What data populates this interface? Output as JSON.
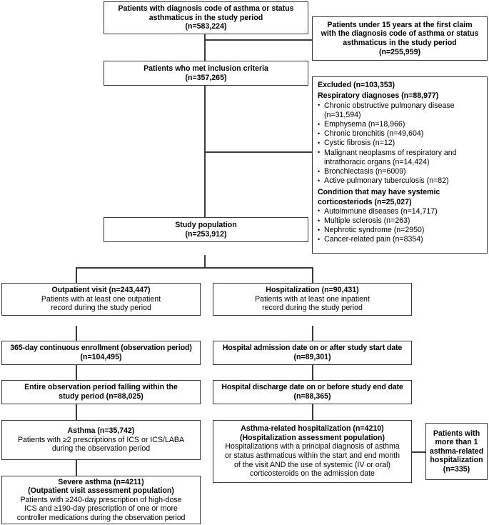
{
  "diagram": {
    "title": "Patient selection flow diagram",
    "colors": {
      "stroke": "#3a3a3a",
      "background": "#ffffff",
      "text": "#000000"
    }
  },
  "boxes": {
    "total_cohort": {
      "line1": "Patients with diagnosis code of asthma or status",
      "line2": "asthmaticus in the study period",
      "line3": "(n=583,224)"
    },
    "under_15_excluded": {
      "line1": "Patients under 15 years at the first claim",
      "line2": "with the diagnosis code of asthma or status",
      "line3": "asthmaticus in the study period",
      "line4": "(n=255,959)"
    },
    "inclusion_criteria": {
      "line1": "Patients who met inclusion criteria",
      "line2": "(n=357,265)"
    },
    "excluded": {
      "heading": "Excluded (n=103,353)",
      "group1_title": "Respiratory diagnoses (n=88,977)",
      "group1_items": [
        "Chronic obstructive pulmonary disease (n=31,594)",
        "Emphysema (n=18,966)",
        "Chronic bronchitis (n=49,604)",
        "Cystic fibrosis (n=12)",
        "Malignant neoplasms of respiratory and intrathoracic organs (n=14,424)",
        "Bronchiectasis (n=6009)",
        "Active pulmonary tuberculosis (n=82)"
      ],
      "group2_title_line1": "Condition that may have systemic",
      "group2_title_line2": "corticosteriods (n=25,027)",
      "group2_items": [
        "Autoimmune diseases (n=14,717)",
        "Multiple sclerosis (n=263)",
        "Nephrotic syndrome (n=2950)",
        "Cancer-related pain (n=8354)"
      ]
    },
    "study_population": {
      "line1": "Study population",
      "line2": "(n=253,912)"
    },
    "outpatient_visit": {
      "line1": "Outpatient visit (n=243,447)",
      "line2": "Patients with at least one outpatient",
      "line3": "record during the study period"
    },
    "hospitalization": {
      "line1": "Hospitalization (n=90,431)",
      "line2": "Patients with at least one inpatient",
      "line3": "record during the study period"
    },
    "continuous_enrollment": {
      "line1": "365-day continuous enrollment (observation period)",
      "line2": "(n=104,495)"
    },
    "admission_date": {
      "line1": "Hospital admission date on or after study start date",
      "line2": "(n=89,301)"
    },
    "entire_observation": {
      "line1": "Entire observation period falling within the",
      "line2": "study period (n=88,025)"
    },
    "discharge_date": {
      "line1": "Hospital discharge date on or before study end date",
      "line2": "(n=88,365)"
    },
    "asthma": {
      "line1": "Asthma (n=35,742)",
      "line2": "Patients with ≥2 prescriptions of ICS or ICS/LABA",
      "line3": "during the observation period"
    },
    "asthma_related_hosp": {
      "line1": "Asthma-related hospitalization (n=4210)",
      "line2": "(Hospitalization assessment population)",
      "line3": "Hospitalizations with a principal diagnosis of asthma",
      "line4": "or status asthmaticus within the start and end month",
      "line5": "of the visit AND the use of systemic (IV or oral)",
      "line6": "corticosteroids on the admission date"
    },
    "more_than_one_hosp": {
      "line1": "Patients with",
      "line2": "more than 1",
      "line3": "asthma-related",
      "line4": "hospitalization",
      "line5": "(n=335)"
    },
    "severe_asthma": {
      "line1": "Severe asthma (n=4211)",
      "line2": "(Outpatient visit assessment population)",
      "line3": "Patients with ≥240-day prescription of high-dose",
      "line4": "ICS and ≥190-day prescription of one or more",
      "line5": "controller medications during the observation period"
    }
  }
}
